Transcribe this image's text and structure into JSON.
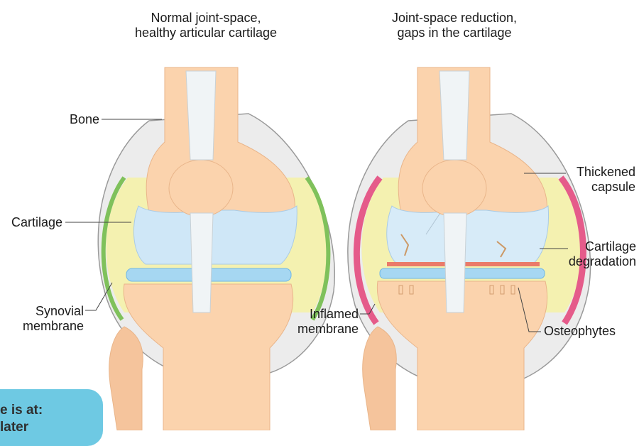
{
  "left_title": [
    "Normal joint-space,",
    "healthy articular cartilage"
  ],
  "right_title": [
    "Joint-space reduction,",
    "gaps in the cartilage"
  ],
  "labels": {
    "bone": "Bone",
    "cartilage": "Cartilage",
    "synovial": [
      "Synovial",
      "membrane"
    ],
    "inflamed": [
      "Inflamed",
      "membrane"
    ],
    "thickened": [
      "Thickened",
      "capsule"
    ],
    "degradation": [
      "Cartilage",
      "degradation"
    ],
    "osteophytes": "Osteophytes"
  },
  "badge": [
    "e is at:",
    "later"
  ],
  "colors": {
    "bone": "#fbd3ad",
    "cartilage": "#cfe7f7",
    "synovial": "#f4f1b0",
    "membrane_green": "#7fc15b",
    "inflamed_pink": "#e55b8a",
    "capsule": "#ececec",
    "badge": "#6ec9e3"
  }
}
